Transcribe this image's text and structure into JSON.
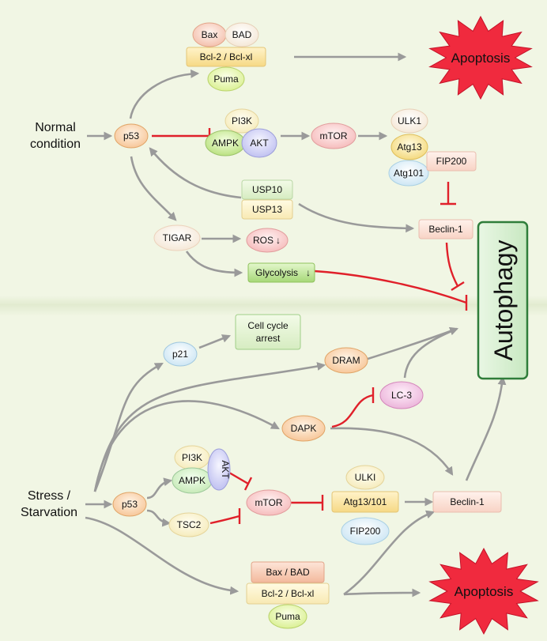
{
  "conditions": {
    "normal": [
      "Normal",
      "condition"
    ],
    "stress": [
      "Stress /",
      "Starvation"
    ]
  },
  "outcome": {
    "autophagy": "Autophagy",
    "apoptosis_top": "Apoptosis",
    "apoptosis_bottom": "Apoptosis",
    "cell_cycle_arrest": [
      "Cell cycle",
      "arrest"
    ]
  },
  "top": {
    "p53": "p53",
    "bax": "Bax",
    "bad": "BAD",
    "bcl2": "Bcl-2 / Bcl-xl",
    "puma": "Puma",
    "pi3k": "PI3K",
    "ampk": "AMPK",
    "akt": "AKT",
    "mtor": "mTOR",
    "ulk1": "ULK1",
    "atg13": "Atg13",
    "atg101": "Atg101",
    "fip200": "FIP200",
    "usp10": "USP10",
    "usp13": "USP13",
    "beclin": "Beclin-1",
    "tigar": "TIGAR",
    "ros": "ROS",
    "glycolysis": "Glycolysis"
  },
  "bottom": {
    "p53": "p53",
    "p21": "p21",
    "dram": "DRAM",
    "lc3": "LC-3",
    "dapk": "DAPK",
    "pi3k": "PI3K",
    "akt": "AKT",
    "ampk": "AMPK",
    "tsc2": "TSC2",
    "mtor": "mTOR",
    "ulki": "ULKI",
    "atg13_101": "Atg13/101",
    "fip200": "FIP200",
    "beclin": "Beclin-1",
    "bax_bad": "Bax / BAD",
    "bcl2": "Bcl-2 / Bcl-xl",
    "puma": "Puma"
  },
  "colors": {
    "background_top": "#f1f6e4",
    "background_bottom": "#f1f6e4",
    "arrow": "#9a9a9a",
    "inhibition": "#e0202a",
    "apoptosis_star": "#f02a3e",
    "autophagy_box": "#d8efd4"
  }
}
